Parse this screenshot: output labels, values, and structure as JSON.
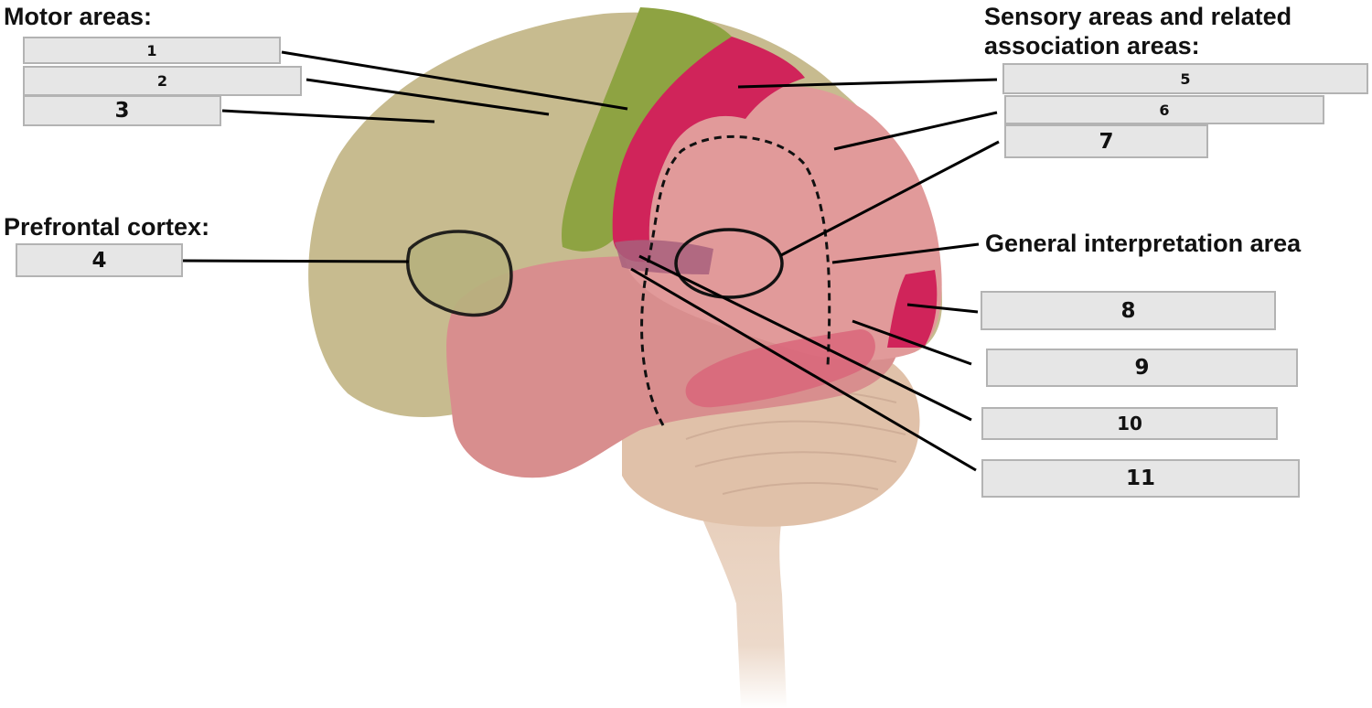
{
  "headings": {
    "motor": "Motor areas:",
    "sensory": "Sensory areas and related\nassociation areas:",
    "prefrontal": "Prefrontal cortex:",
    "interpretation": "General interpretation area"
  },
  "labels": [
    "1",
    "2",
    "3",
    "4",
    "5",
    "6",
    "7",
    "8",
    "9",
    "10",
    "11"
  ],
  "colors": {
    "frontal": "#c7bb8f",
    "motor_strip": "#8ea342",
    "sensory_strip": "#d0245a",
    "association": "#e19a9a",
    "temporal": "#d88e8e",
    "cerebellum": "#e0c1a9",
    "brainstem": "#e6cbb6",
    "box_fill": "#e6e6e6",
    "box_border": "#b3b3b3",
    "leader_line": "#000000"
  }
}
